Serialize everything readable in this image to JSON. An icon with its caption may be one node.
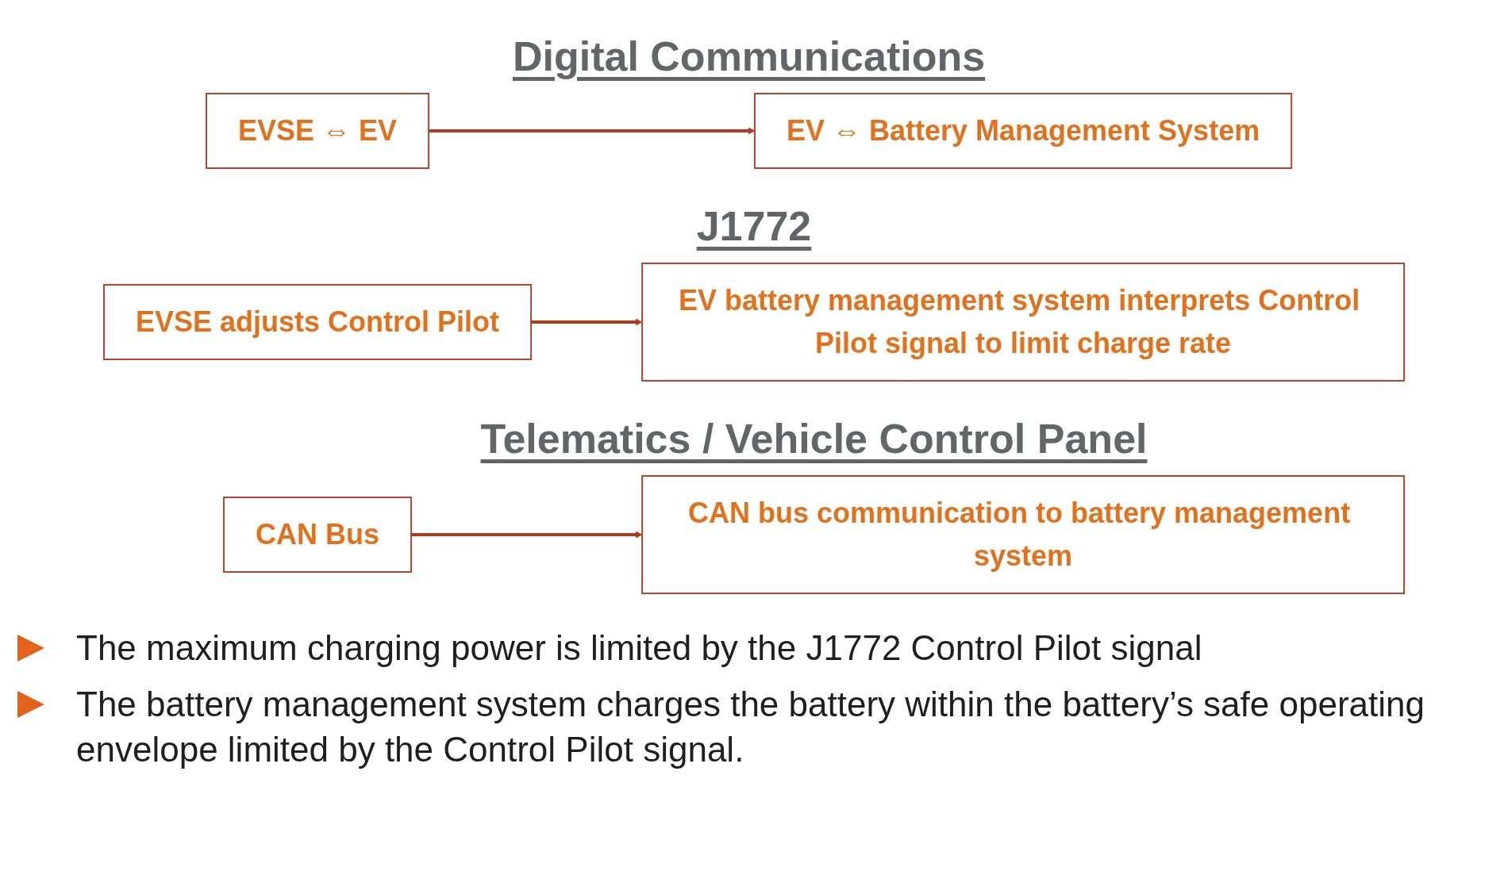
{
  "diagram": {
    "nodes": [
      {
        "text": [
          "EVSE ⇔ EV"
        ]
      },
      {
        "text": [
          "EV ⇔ Battery Management System"
        ]
      },
      {
        "text": [
          "EVSE adjusts Control Pilot"
        ]
      },
      {
        "text": [
          "EV battery management system interprets Control Pilot signal to limit charge rate"
        ]
      },
      {
        "text": [
          "CAN Bus"
        ]
      },
      {
        "text": [
          "CAN bus communication to battery management system"
        ]
      }
    ],
    "edges": [
      {
        "from": 0,
        "to": 1,
        "arrow": "to"
      },
      {
        "from": 2,
        "to": 3,
        "arrow": "to"
      },
      {
        "from": 4,
        "to": 5,
        "arrow": "to"
      }
    ],
    "labels": [
      "Digital Communications",
      "J1772",
      "Telematics / Vehicle Control Panel",
      "The maximum charging power is limited by the J1772 Control Pilot signal",
      "The battery management system charges the battery within the battery’s safe operating envelope limited by the Control Pilot signal."
    ]
  }
}
